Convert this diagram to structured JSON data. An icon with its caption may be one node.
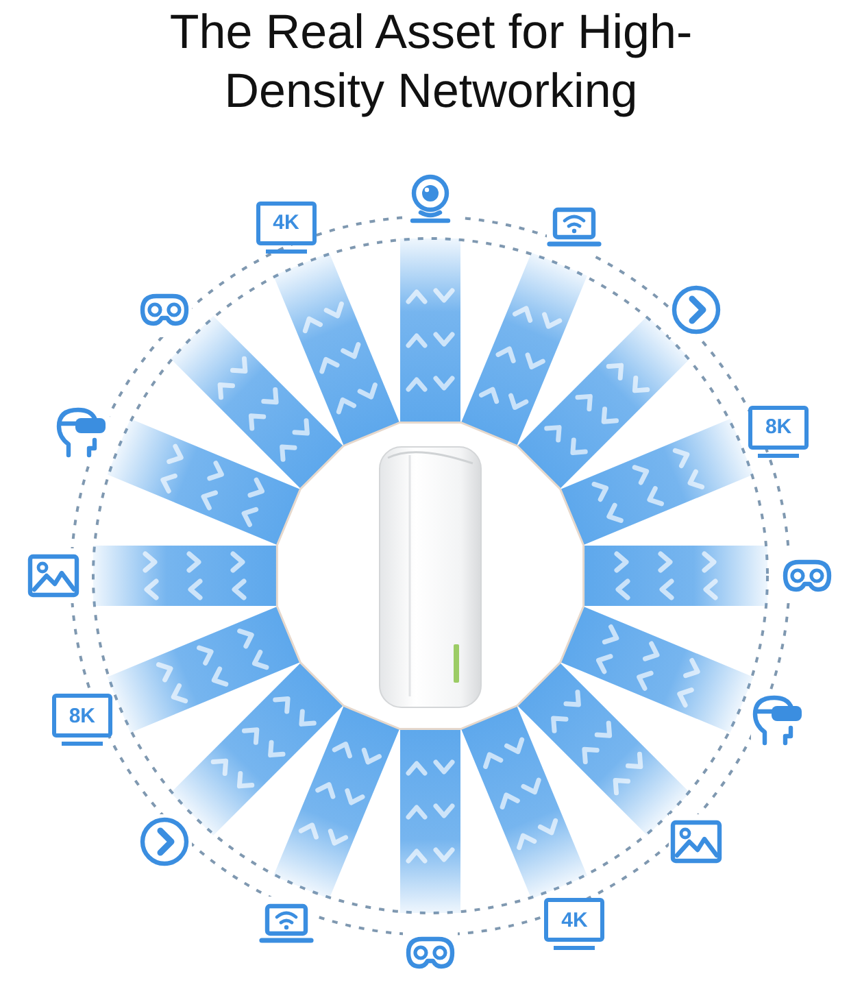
{
  "diagram": {
    "title": "The Real Asset for High-Density Networking",
    "nodes": [
      {
        "text": [],
        "shape": "picture"
      },
      {
        "text": [],
        "shape": "picture"
      },
      {
        "text": [],
        "shape": "picture"
      },
      {
        "text": [],
        "shape": "picture"
      },
      {
        "text": [
          "8K"
        ]
      },
      {
        "text": [],
        "shape": "picture"
      },
      {
        "text": [],
        "shape": "picture"
      },
      {
        "text": [],
        "shape": "picture"
      },
      {
        "text": [
          "4K"
        ]
      },
      {
        "text": [],
        "shape": "picture"
      },
      {
        "text": [],
        "shape": "picture"
      },
      {
        "text": [],
        "shape": "picture"
      },
      {
        "text": [
          "8K"
        ]
      },
      {
        "text": [],
        "shape": "picture"
      },
      {
        "text": [],
        "shape": "picture"
      },
      {
        "text": [],
        "shape": "picture"
      },
      {
        "text": [
          "4K"
        ]
      }
    ],
    "edges": [
      {
        "from": 0,
        "to": 1,
        "arrow": "both",
        "style": "thick"
      },
      {
        "from": 0,
        "to": 2,
        "arrow": "both",
        "style": "thick"
      },
      {
        "from": 0,
        "to": 3,
        "arrow": "both",
        "style": "thick"
      },
      {
        "from": 0,
        "to": 4,
        "arrow": "both",
        "style": "thick"
      },
      {
        "from": 0,
        "to": 5,
        "arrow": "both",
        "style": "thick"
      },
      {
        "from": 0,
        "to": 6,
        "arrow": "both",
        "style": "thick"
      },
      {
        "from": 0,
        "to": 7,
        "arrow": "both",
        "style": "thick"
      },
      {
        "from": 0,
        "to": 8,
        "arrow": "both",
        "style": "thick"
      },
      {
        "from": 0,
        "to": 9,
        "arrow": "both",
        "style": "thick"
      },
      {
        "from": 0,
        "to": 10,
        "arrow": "both",
        "style": "thick"
      },
      {
        "from": 0,
        "to": 11,
        "arrow": "both",
        "style": "thick"
      },
      {
        "from": 0,
        "to": 12,
        "arrow": "both",
        "style": "thick"
      },
      {
        "from": 0,
        "to": 13,
        "arrow": "both",
        "style": "thick"
      },
      {
        "from": 0,
        "to": 14,
        "arrow": "both",
        "style": "thick"
      },
      {
        "from": 0,
        "to": 15,
        "arrow": "both",
        "style": "thick"
      },
      {
        "from": 0,
        "to": 16,
        "arrow": "both",
        "style": "thick"
      }
    ]
  }
}
